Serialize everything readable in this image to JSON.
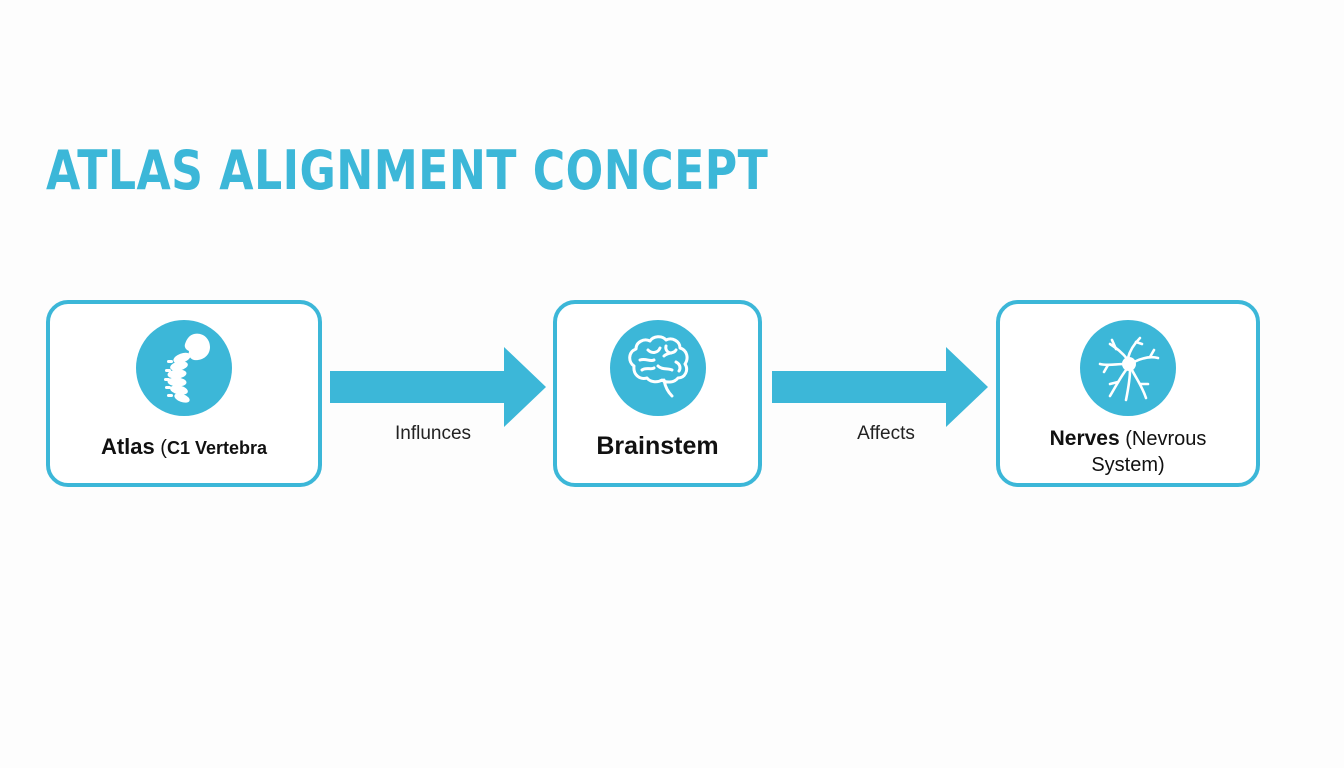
{
  "title": "ATLAS ALIGNMENT CONCEPT",
  "colors": {
    "accent": "#3cb7d8",
    "text": "#111111",
    "background": "#fdfdfd"
  },
  "nodes": [
    {
      "label_main": "Atlas",
      "label_open": " (",
      "label_sub": "C1 Vertebra",
      "icon": "spine-icon"
    },
    {
      "label_main": "Brainstem",
      "icon": "brain-icon"
    },
    {
      "label_main": "Nerves",
      "label_open": " (",
      "label_sub": "Nevrous",
      "label_line2": "System)",
      "icon": "neuron-icon"
    }
  ],
  "edges": [
    {
      "label": "Influnces"
    },
    {
      "label": "Affects"
    }
  ]
}
